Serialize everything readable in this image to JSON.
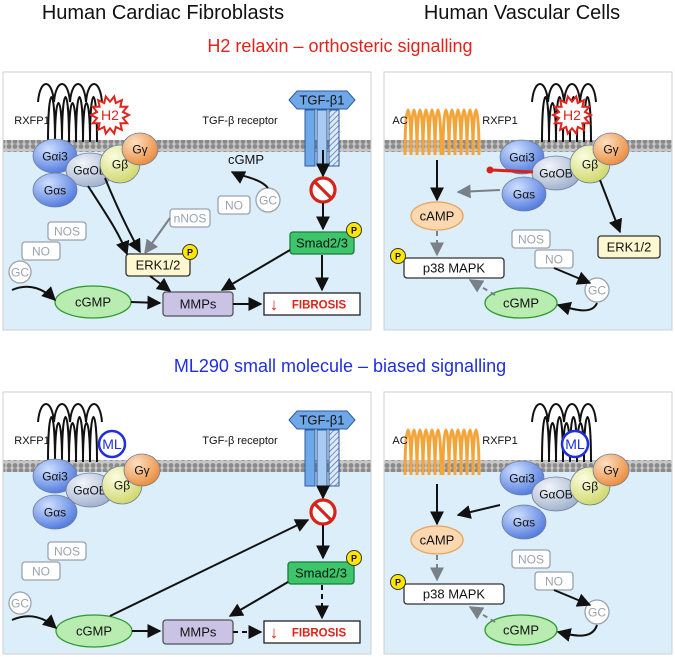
{
  "headers": {
    "left": "Human Cardiac Fibroblasts",
    "right": "Human Vascular Cells"
  },
  "sections": {
    "top": "H2 relaxin – orthosteric signalling",
    "bottom": "ML290 small molecule – biased signalling"
  },
  "labels": {
    "rxfp1": "RXFP1",
    "tgf_receptor": "TGF-β receptor",
    "tgf_ligand": "TGF-β1",
    "h2": "H2",
    "ml": "ML",
    "ac": "AC",
    "gai3": "Gαi3",
    "gaob": "GαOB",
    "gas": "Gαs",
    "gb": "Gβ",
    "gy": "Gγ",
    "nos": "NOS",
    "nnos": "nNOS",
    "no": "NO",
    "gc": "GC",
    "cgmp": "cGMP",
    "camp": "cAMP",
    "erk": "ERK1/2",
    "smad": "Smad2/3",
    "mmps": "MMPs",
    "fibrosis": "FIBROSIS",
    "p38": "p38 MAPK",
    "p": "P",
    "down_arrow": "↓"
  },
  "colors": {
    "cytoplasm": "#dbeef9",
    "membrane_head": "#8a8a8a",
    "gai_blue": "#6f8fe8",
    "gob_grey": "#b9c6da",
    "gb_yellow": "#e7ec9c",
    "gy_orange": "#f2a05a",
    "smad_green": "#3cc56a",
    "cgmp_green": "#b8ecb0",
    "mmps_purple": "#cbc3e6",
    "erk_yellow": "#fff7cf",
    "camp_orange": "#fbd8b0",
    "ac_orange": "#f5a43a",
    "tgf_blue": "#6fa8e8",
    "inhibit_red": "#d9221a",
    "fibrosis_red": "#e0231b",
    "ml_blue": "#1f2ee0",
    "phospho_yellow": "#ffe600"
  }
}
